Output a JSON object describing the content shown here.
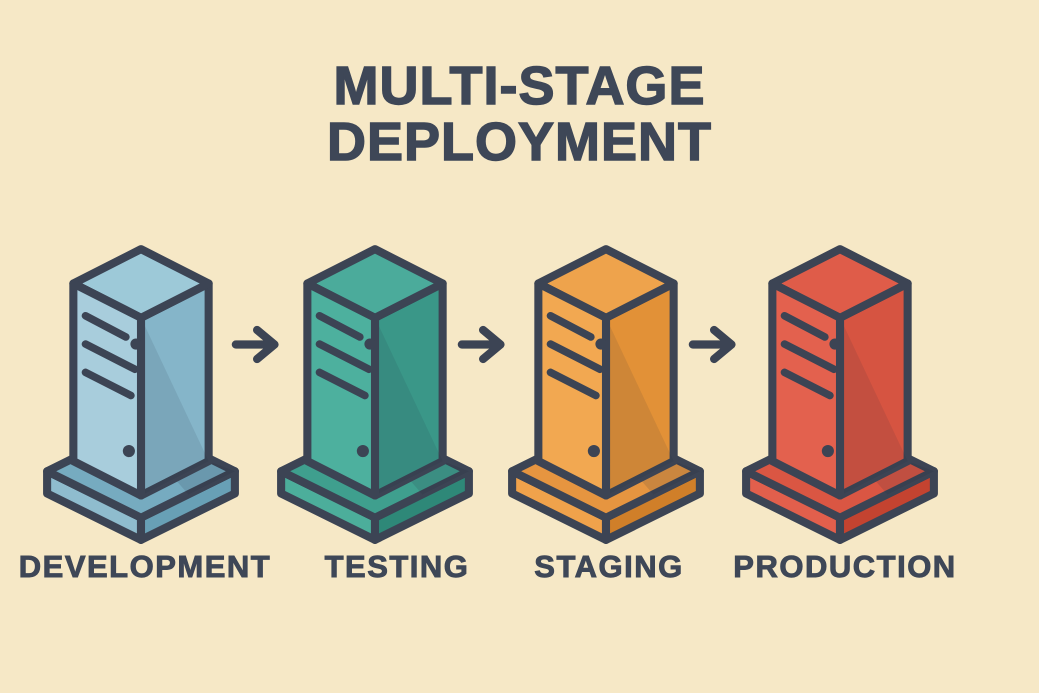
{
  "title": {
    "line1": "MULTI-STAGE",
    "line2": "DEPLOYMENT"
  },
  "colors": {
    "background": "#f6e8c6",
    "outline": "#3c4454",
    "text": "#3e4757",
    "arrow": "#3c4454"
  },
  "flow": {
    "direction": "left-to-right",
    "arrow_count": 3
  },
  "stages": [
    {
      "id": "development",
      "label": "DEVELOPMENT",
      "icon": "server-tower-icon",
      "colors": {
        "top": "#9dc9d8",
        "front": "#a8cddc",
        "side": "#85b5c9",
        "base_top": "#76abc0",
        "base_left": "#8fbcce",
        "base_right": "#68a0b6"
      }
    },
    {
      "id": "testing",
      "label": "TESTING",
      "icon": "server-tower-icon",
      "colors": {
        "top": "#4bab9b",
        "front": "#4db09e",
        "side": "#3a9788",
        "base_top": "#3f9f8e",
        "base_left": "#4cae9b",
        "base_right": "#2e8878"
      }
    },
    {
      "id": "staging",
      "label": "STAGING",
      "icon": "server-tower-icon",
      "colors": {
        "top": "#eea34c",
        "front": "#f2a851",
        "side": "#e29137",
        "base_top": "#e69540",
        "base_left": "#f0a24b",
        "base_right": "#d07f29"
      }
    },
    {
      "id": "production",
      "label": "PRODUCTION",
      "icon": "server-tower-icon",
      "colors": {
        "top": "#df5c49",
        "front": "#e3614e",
        "side": "#d65441",
        "base_top": "#da5643",
        "base_left": "#e25f4c",
        "base_right": "#c44330"
      }
    }
  ]
}
